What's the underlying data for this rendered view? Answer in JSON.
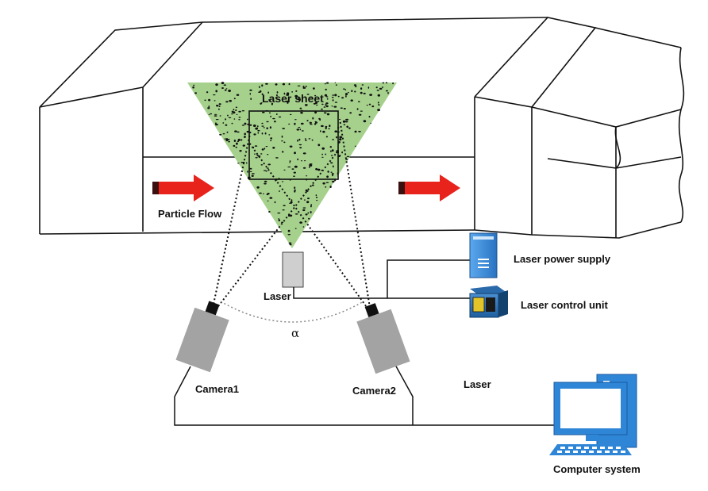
{
  "labels": {
    "laser_sheet": "Laser sheet",
    "particle_flow": "Particle Flow",
    "laser": "Laser",
    "alpha": "α",
    "camera1": "Camera1",
    "camera2": "Camera2",
    "laser_power_supply": "Laser power supply",
    "laser_control_unit": "Laser control unit",
    "laser_right": "Laser",
    "computer_system": "Computer system"
  },
  "colors": {
    "laser_green": "#a6d18c",
    "flow_arrow": "#e8231b",
    "camera_body": "#a3a3a3",
    "laser_body": "#cfcfcf",
    "device_blue": "#2f86d6"
  }
}
